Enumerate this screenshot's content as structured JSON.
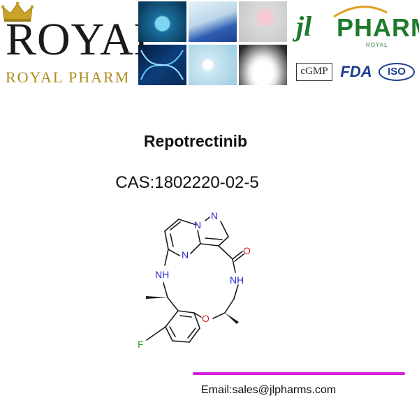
{
  "brand_left": {
    "title": "ROYAL",
    "subtitle": "ROYAL  PHARM"
  },
  "brand_right": {
    "logo_letters": "jl",
    "logo_word": "PHARM",
    "logo_sub": "ROYAL"
  },
  "certifications": [
    "cGMP",
    "FDA",
    "ISO"
  ],
  "product": {
    "name": "Repotrectinib",
    "cas": "CAS:1802220-02-5"
  },
  "structure_atoms": {
    "n1": "N",
    "n2": "N",
    "n3": "N",
    "o1": "O",
    "nh1": "NH",
    "nh2": "NH",
    "o2": "O",
    "f": "F"
  },
  "contact": {
    "email": "Email:sales@jlpharms.com"
  },
  "colors": {
    "gold": "#b08a1a",
    "green": "#1e7a2d",
    "blue": "#1b3e8f",
    "divider": "#d61ed6",
    "atom_n": "#2a2ad0",
    "atom_o": "#d02020"
  }
}
